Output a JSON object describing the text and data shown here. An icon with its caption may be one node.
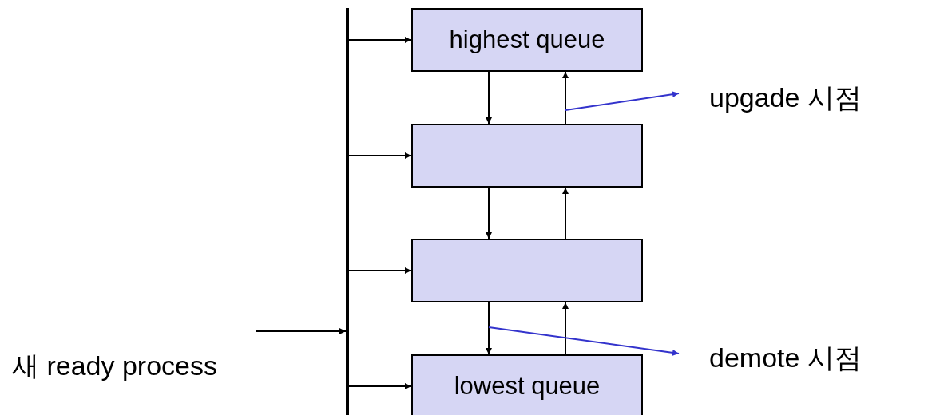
{
  "diagram": {
    "nodes": [
      {
        "text": [
          "highest queue"
        ]
      },
      {
        "text": [],
        "shape": "box"
      },
      {
        "text": [],
        "shape": "box"
      },
      {
        "text": [
          "lowest queue"
        ]
      },
      {
        "text": [
          "새 ready process"
        ]
      },
      {
        "text": [],
        "shape": "bar"
      },
      {
        "text": [
          "upgade 시점"
        ]
      },
      {
        "text": [
          "demote 시점"
        ]
      }
    ],
    "edges": [
      {
        "from": 4,
        "to": 5,
        "arrow": "to"
      },
      {
        "from": 5,
        "to": 0,
        "arrow": "to"
      },
      {
        "from": 5,
        "to": 1,
        "arrow": "to"
      },
      {
        "from": 5,
        "to": 2,
        "arrow": "to"
      },
      {
        "from": 5,
        "to": 3,
        "arrow": "to"
      },
      {
        "from": 0,
        "to": 1,
        "arrow": "to"
      },
      {
        "from": 1,
        "to": 0,
        "arrow": "to"
      },
      {
        "from": 1,
        "to": 2,
        "arrow": "to"
      },
      {
        "from": 2,
        "to": 1,
        "arrow": "to"
      },
      {
        "from": 2,
        "to": 3,
        "arrow": "to"
      },
      {
        "from": 3,
        "to": 2,
        "arrow": "to"
      },
      {
        "from": null,
        "to": 6,
        "arrow": "to",
        "color": "#3333cc"
      },
      {
        "from": null,
        "to": 7,
        "arrow": "to",
        "color": "#3333cc"
      }
    ]
  }
}
